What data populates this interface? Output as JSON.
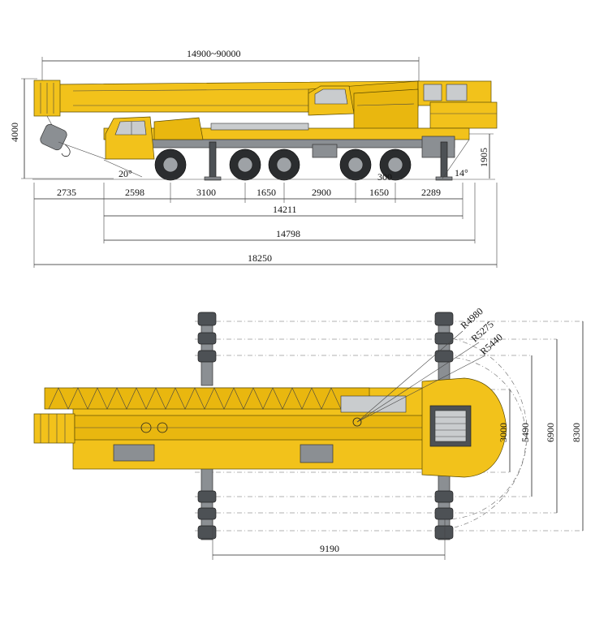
{
  "side_view": {
    "boom_range": "14900~90000",
    "height": "4000",
    "angle_front": "20°",
    "angle_rear": "14°",
    "rear_height": "1905",
    "segments": [
      "2735",
      "2598",
      "3100",
      "1650",
      "2900",
      "1650",
      "2289"
    ],
    "small_300": "300",
    "len_14211": "14211",
    "len_14798": "14798",
    "total_length": "18250"
  },
  "top_view": {
    "radius_1": "R4980",
    "radius_2": "R5275",
    "radius_3": "R5440",
    "width_3000": "3000",
    "width_5490": "5490",
    "width_6900": "6900",
    "width_8300": "8300",
    "outrigger_span": "9190"
  },
  "colors": {
    "crane_yellow": "#f2c21b",
    "steel_grey": "#8b8f93",
    "tire": "#2b2d2f"
  }
}
